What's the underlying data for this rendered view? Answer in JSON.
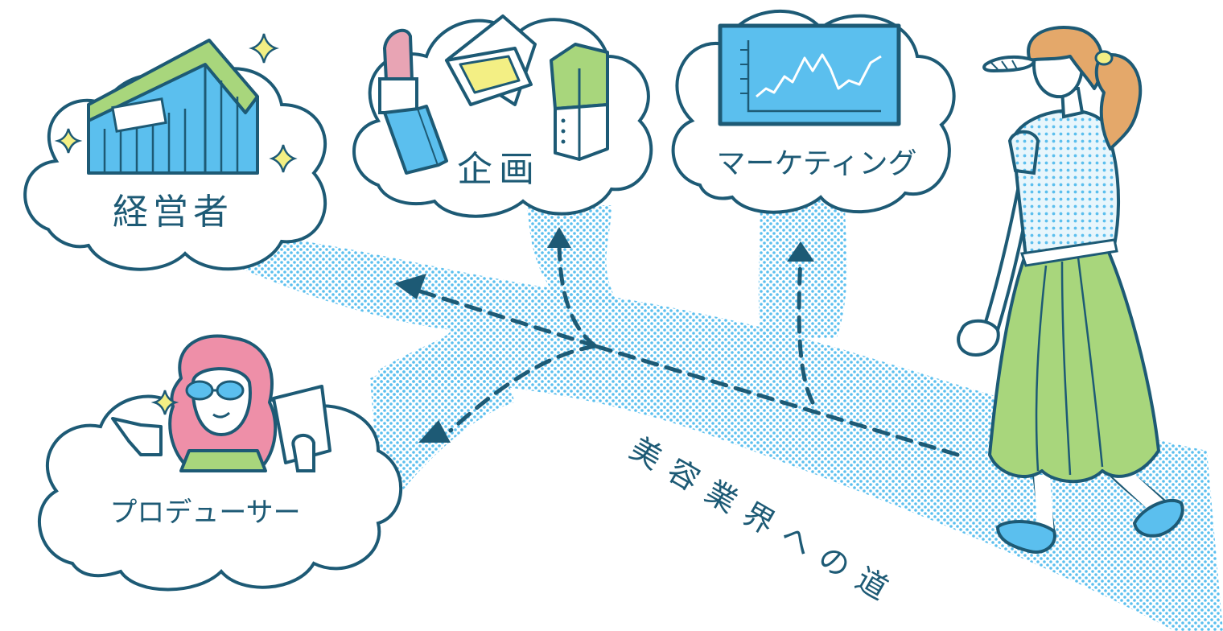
{
  "labels": {
    "executive": "経営者",
    "planning": "企画",
    "marketing": "マーケティング",
    "producer": "プロデューサー",
    "road": "美容業界への道"
  },
  "colors": {
    "ink": "#1d5a75",
    "sky_blue": "#5bbfee",
    "leaf_green": "#a8d67c",
    "hair_orange": "#e4a86a",
    "hair_pink": "#ee8fa8",
    "lipstick_pink": "#e8a4b4",
    "compact_yellow": "#f3ef84"
  },
  "icons": [
    "building-icon",
    "sparkle-icon",
    "lipstick-icon",
    "compact-icon",
    "bottle-icon",
    "monitor-chart-icon",
    "woman-walking-icon",
    "producer-woman-icon",
    "arrow-icon"
  ]
}
